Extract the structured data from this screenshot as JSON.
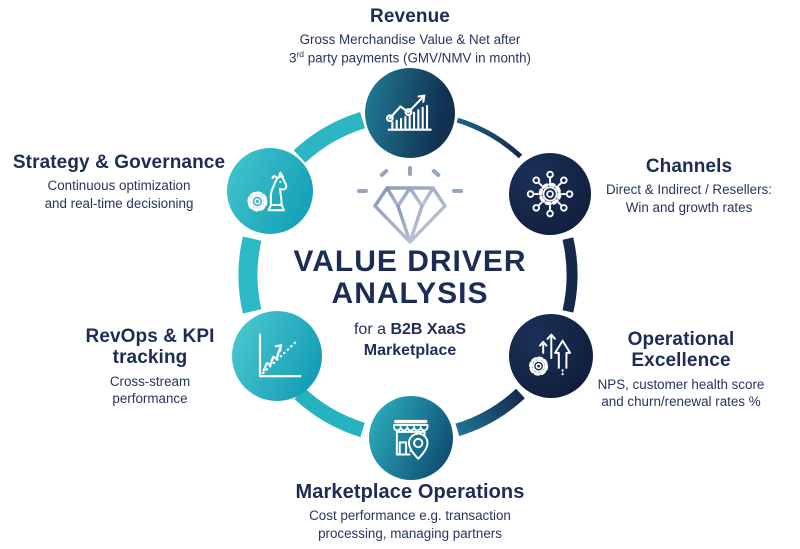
{
  "center": {
    "title_line1": "VALUE DRIVER",
    "title_line2": "ANALYSIS",
    "subtitle_prefix": "for a ",
    "subtitle_bold1": "B2B XaaS",
    "subtitle_bold2": "Marketplace",
    "icon": "diamond-icon"
  },
  "nodes": {
    "revenue": {
      "title": "Revenue",
      "desc_line1": "Gross Merchandise Value & Net after",
      "desc2_num": "3",
      "desc2_sup": "rd",
      "desc2_rest": " party payments (GMV/NMV in month)",
      "icon": "bar-chart-growth-icon"
    },
    "channels": {
      "title": "Channels",
      "desc_line1": "Direct & Indirect / Resellers:",
      "desc_line2": "Win and growth rates",
      "icon": "network-hub-icon"
    },
    "opex": {
      "title_line1": "Operational",
      "title_line2": "Excellence",
      "desc_line1": "NPS, customer health score",
      "desc_line2": "and churn/renewal rates %",
      "icon": "gear-growth-arrows-icon"
    },
    "marketplace": {
      "title": "Marketplace Operations",
      "desc_line1": "Cost performance e.g. transaction",
      "desc_line2": "processing, managing partners",
      "icon": "storefront-pin-icon"
    },
    "revops": {
      "title_line1": "RevOps & KPI",
      "title_line2": "tracking",
      "desc_line1": "Cross-stream",
      "desc_line2": "performance",
      "icon": "kpi-line-chart-icon"
    },
    "strategy": {
      "title": "Strategy & Governance",
      "desc_line1": "Continuous optimization",
      "desc_line2": "and real-time decisioning",
      "icon": "chess-knight-gear-icon"
    }
  },
  "colors": {
    "navy": "#15284d",
    "teal": "#2ab7c3",
    "teal_light": "#4fcad1",
    "blue_gradient_mid": "#1f7594",
    "text_navy": "#1d2c55",
    "diamond_gray": "#93a6c0",
    "white": "#ffffff"
  }
}
